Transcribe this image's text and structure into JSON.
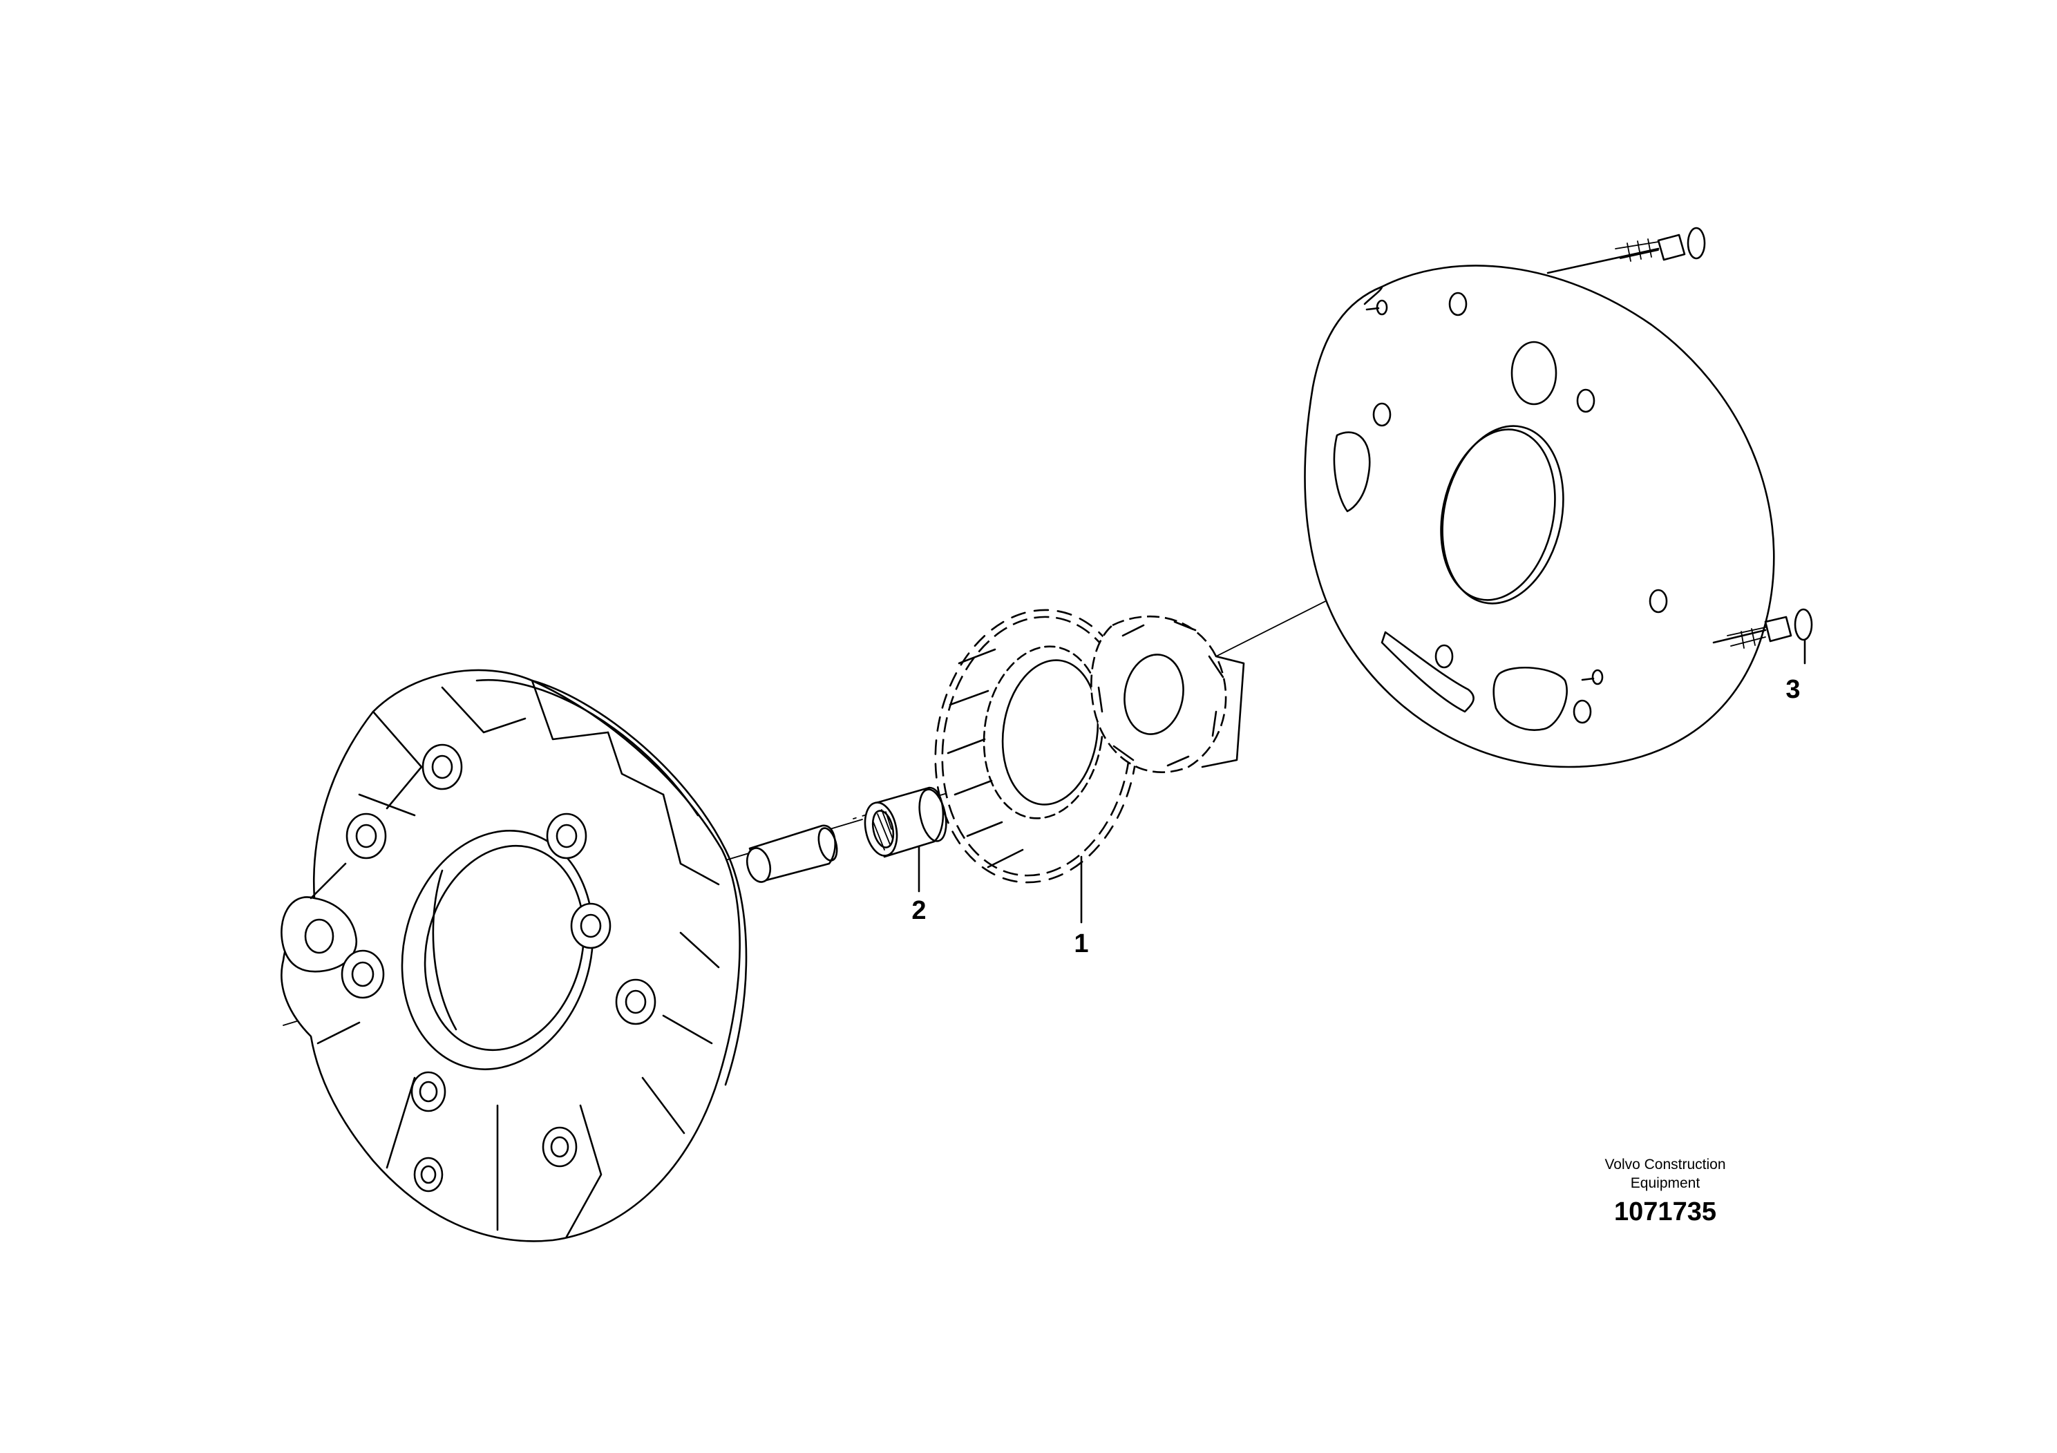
{
  "callouts": [
    {
      "id": "1",
      "label": "1",
      "part": "gear-set"
    },
    {
      "id": "2",
      "label": "2",
      "part": "needle-bearing"
    },
    {
      "id": "3",
      "label": "3",
      "part": "flange-screw"
    }
  ],
  "brand": {
    "line1": "Volvo Construction",
    "line2": "Equipment"
  },
  "drawing_number": "1071735"
}
